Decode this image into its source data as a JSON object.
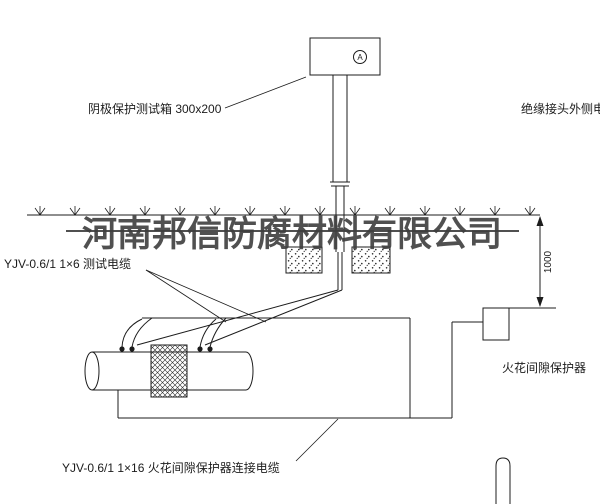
{
  "drawing": {
    "watermark": "河南邦信防腐材料有限公司",
    "labels": {
      "test_box": "阴极保护测试箱 300x200",
      "insulated_joint_cable": "绝缘接头外侧电缆",
      "test_cable": "YJV-0.6/1 1×6  测试电缆",
      "spark_gap": "火花间隙保护器",
      "spark_gap_cable": "YJV-0.6/1 1×16  火花间隙保护器连接电缆",
      "ammeter": "A",
      "dimension_depth": "1000"
    },
    "colors": {
      "line": "#1c1c1c",
      "background": "#ffffff",
      "watermark": "#3e3e3e"
    }
  }
}
